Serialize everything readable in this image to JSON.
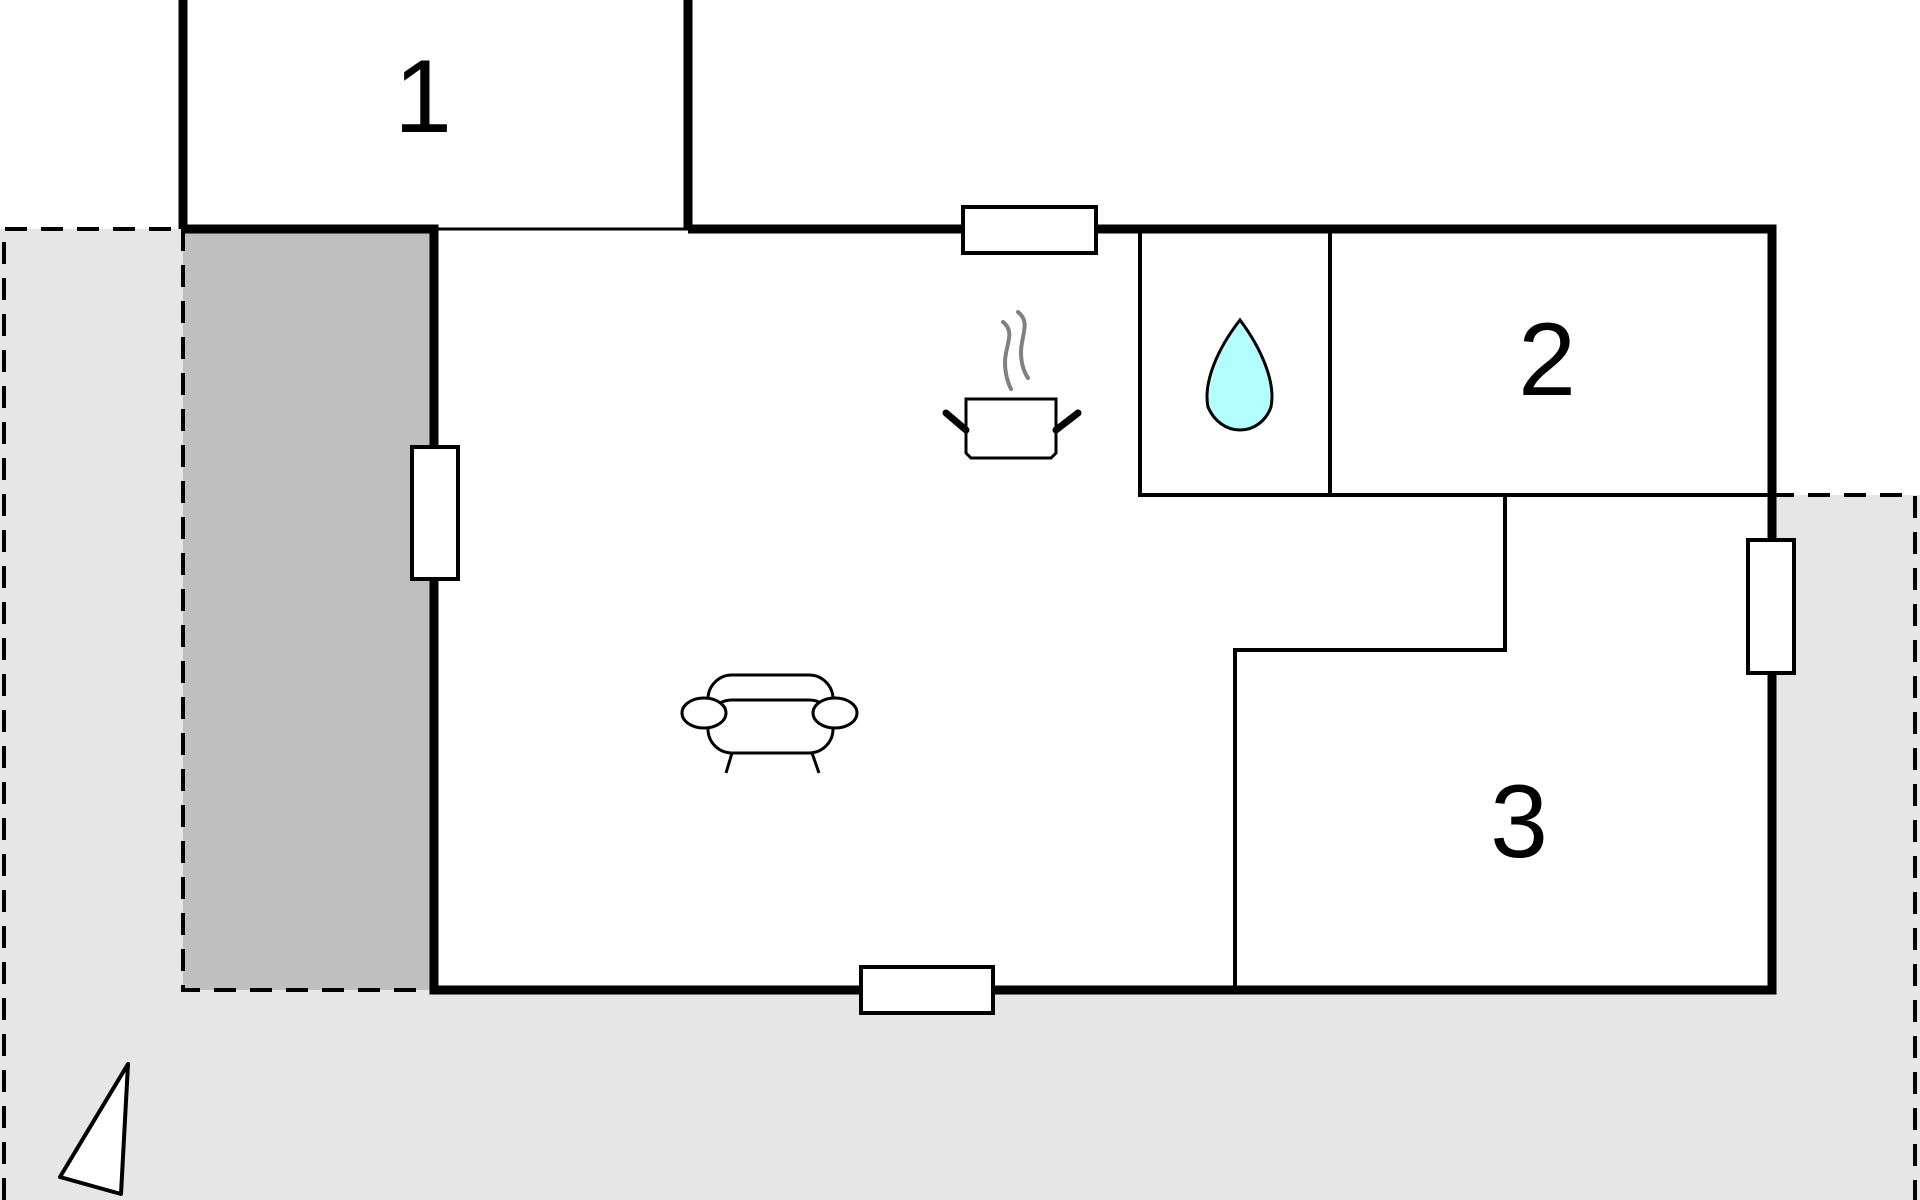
{
  "plan": {
    "rooms": [
      {
        "id": "room-1",
        "label": "1"
      },
      {
        "id": "room-2",
        "label": "2"
      },
      {
        "id": "room-3",
        "label": "3"
      }
    ],
    "icons": [
      "cooking-pot-icon",
      "water-drop-icon",
      "sofa-icon",
      "north-arrow-icon"
    ],
    "colors": {
      "wall": "#000000",
      "outdoor_area": "#e6e6e6",
      "covered_terrace": "#bfbfbf",
      "water_drop": "#b3ffff",
      "steam": "#808080",
      "background": "#ffffff"
    }
  }
}
